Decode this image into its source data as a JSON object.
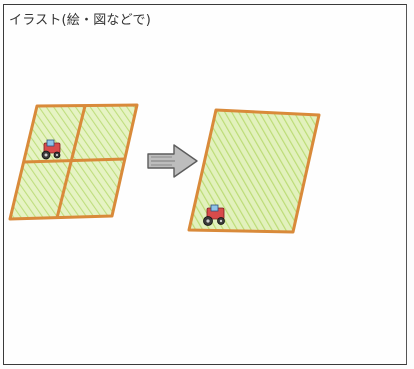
{
  "header": {
    "label": "イラスト(絵・図などで)"
  },
  "illustration": {
    "before_field": {
      "plots": 4,
      "fill_color": "#d7ec9e",
      "border_color": "#d98a3a",
      "vehicle": "tractor-icon"
    },
    "arrow": {
      "icon": "right-arrow-icon",
      "color": "#8a8a8a"
    },
    "after_field": {
      "plots": 1,
      "fill_color": "#cfe99a",
      "border_color": "#d98a3a",
      "vehicle": "tractor-icon"
    }
  }
}
